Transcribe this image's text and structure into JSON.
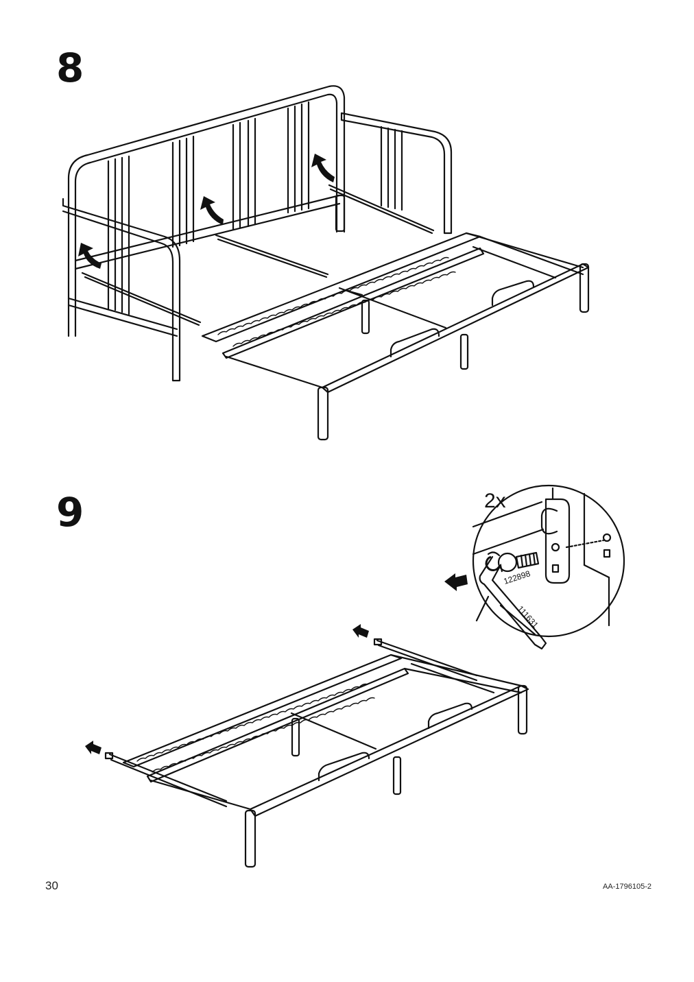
{
  "steps": [
    {
      "number": "8"
    },
    {
      "number": "9"
    }
  ],
  "detail": {
    "quantity": "2x",
    "screw_part": "122898",
    "allen_key_part": "111631"
  },
  "footer": {
    "page_number": "30",
    "document_code": "AA-1796105-2"
  },
  "icons": [
    "curved-arrow-icon",
    "arrow-left-icon",
    "rotate-icon"
  ]
}
